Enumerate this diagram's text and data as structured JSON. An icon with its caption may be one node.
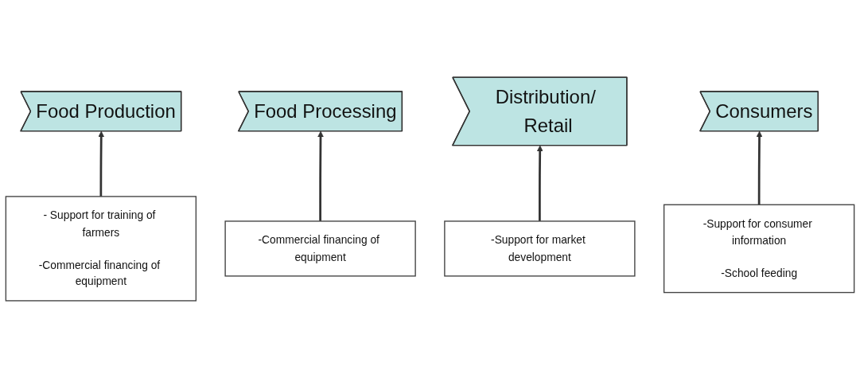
{
  "diagram": {
    "nodes": [
      {
        "text": [
          "Food Production"
        ]
      },
      {
        "text": [
          "Food Processing"
        ]
      },
      {
        "text": [
          "Distribution/ Retail"
        ]
      },
      {
        "text": [
          "Consumers"
        ]
      },
      {
        "text": [
          "- Support for training of farmers",
          "-Commercial financing of equipment"
        ]
      },
      {
        "text": [
          "-Commercial financing of equipment"
        ]
      },
      {
        "text": [
          "-Support for market development"
        ]
      },
      {
        "text": [
          "-Support for consumer information",
          "-School feeding"
        ]
      }
    ],
    "edges": [
      {
        "from": 4,
        "to": 0,
        "arrow": "to"
      },
      {
        "from": 5,
        "to": 1,
        "arrow": "to"
      },
      {
        "from": 6,
        "to": 2,
        "arrow": "to"
      },
      {
        "from": 7,
        "to": 3,
        "arrow": "to"
      }
    ]
  }
}
